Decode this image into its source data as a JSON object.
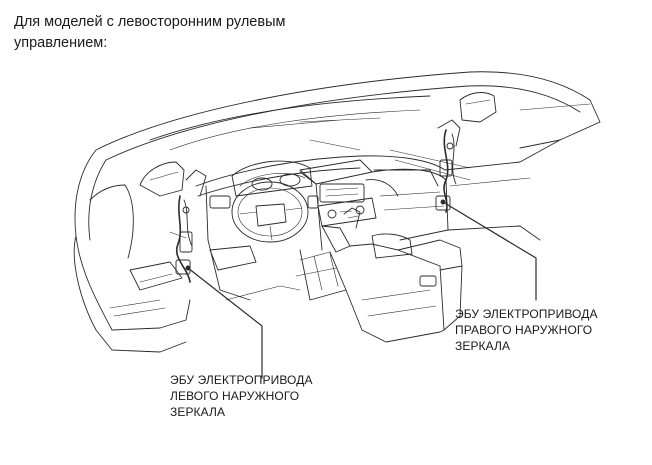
{
  "heading": {
    "line1": "Для моделей с левосторонним рулевым",
    "line2": "управлением:"
  },
  "callouts": {
    "left": "ЭБУ ЭЛЕКТРОПРИВОДА\nЛЕВОГО НАРУЖНОГО\nЗЕРКАЛА",
    "right": "ЭБУ ЭЛЕКТРОПРИВОДА\nПРАВОГО НАРУЖНОГО\nЗЕРКАЛА"
  },
  "colors": {
    "line": "#2b2b2b",
    "background": "#ffffff"
  }
}
